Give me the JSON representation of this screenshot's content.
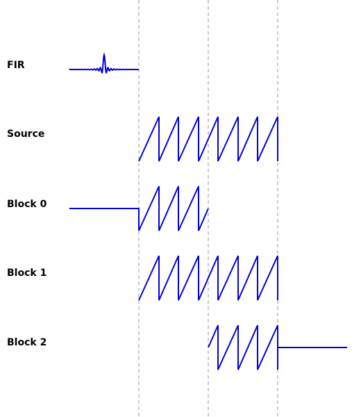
{
  "colors": {
    "signal": "#0000dd",
    "divider": "#aaaaaa",
    "text": "#000000",
    "background": "#ffffff"
  },
  "rows": [
    {
      "id": "fir",
      "label": "FIR"
    },
    {
      "id": "source",
      "label": "Source"
    },
    {
      "id": "block0",
      "label": "Block 0"
    },
    {
      "id": "block1",
      "label": "Block 1"
    },
    {
      "id": "block2",
      "label": "Block 2"
    }
  ]
}
